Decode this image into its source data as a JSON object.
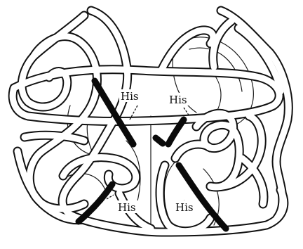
{
  "labels": {
    "his_upper_left": "His",
    "his_upper_right": "His",
    "his_lower_left": "His",
    "his_lower_right": "His"
  },
  "colors": {
    "line": "#111111",
    "background": "#ffffff",
    "helix": "#0a0a0a"
  }
}
